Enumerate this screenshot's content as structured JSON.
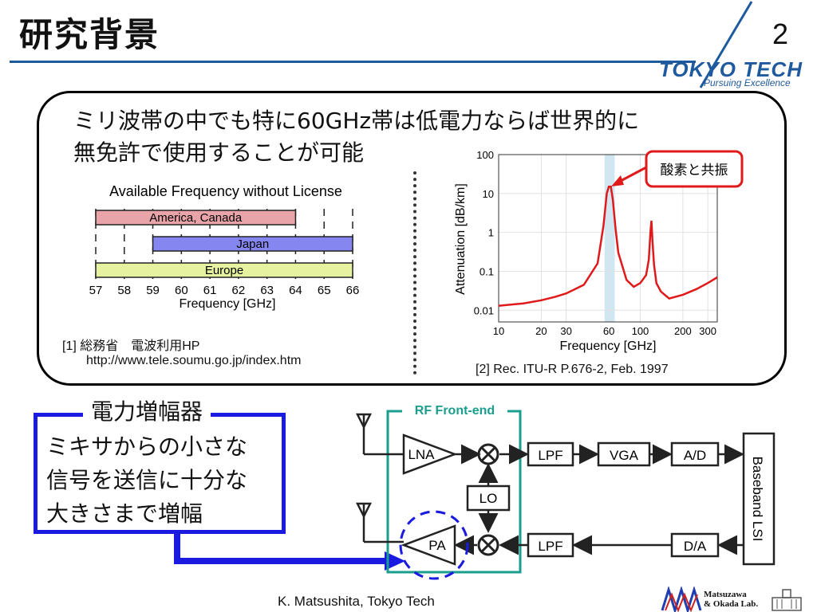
{
  "slide": {
    "title": "研究背景",
    "page_number": "2",
    "logo_text": "TOKYO TECH",
    "logo_sub": "Pursuing Excellence",
    "intro_line1": "ミリ波帯の中でも特に60GHz帯は低電力ならば世界的に",
    "intro_line2": "無免許で使用することが可能",
    "ref1_line1": "[1] 総務省　電波利用HP",
    "ref1_line2": "http://www.tele.soumu.go.jp/index.htm",
    "ref2": "[2] Rec. ITU-R P.676-2, Feb. 1997",
    "footer": "K. Matsushita, Tokyo Tech",
    "lab_line1": "Matsuzawa",
    "lab_line2": "& Okada Lab."
  },
  "amp": {
    "title": "電力増幅器",
    "desc_line1": "ミキサからの小さな",
    "desc_line2": "信号を送信に十分な",
    "desc_line3": "大きさまで増幅"
  },
  "chart_data": [
    {
      "type": "bar",
      "title": "Available Frequency without License",
      "xlabel": "Frequency [GHz]",
      "xlim": [
        57,
        66
      ],
      "xticks": [
        "57",
        "58",
        "59",
        "60",
        "61",
        "62",
        "63",
        "64",
        "65",
        "66"
      ],
      "bars": [
        {
          "name": "America, Canada",
          "start": 57,
          "end": 64,
          "color": "#e8a4a8"
        },
        {
          "name": "Japan",
          "start": 59,
          "end": 66,
          "color": "#8686f0"
        },
        {
          "name": "Europe",
          "start": 57,
          "end": 66,
          "color": "#e6f2a0"
        }
      ]
    },
    {
      "type": "line",
      "xlabel": "Frequency   [GHz]",
      "ylabel": "Attenuation   [dB/km]",
      "xscale": "log",
      "yscale": "log",
      "xlim": [
        10,
        350
      ],
      "ylim": [
        0.005,
        100
      ],
      "xticks": [
        "10",
        "20",
        "30",
        "60",
        "100",
        "200",
        "300"
      ],
      "yticks": [
        "100",
        "10",
        "1",
        "0.1",
        "0.01"
      ],
      "annotation": "酸素と共振",
      "highlight_band": [
        56,
        66
      ],
      "series": [
        {
          "x": [
            10,
            15,
            20,
            25,
            30,
            40,
            50,
            55,
            58,
            60,
            62,
            64,
            67,
            70,
            80,
            90,
            100,
            110,
            115,
            118,
            120,
            122,
            125,
            130,
            140,
            160,
            200,
            250,
            300,
            350
          ],
          "y": [
            0.013,
            0.015,
            0.018,
            0.022,
            0.027,
            0.045,
            0.16,
            1.5,
            10,
            15,
            15,
            7,
            1.2,
            0.3,
            0.06,
            0.04,
            0.05,
            0.08,
            0.2,
            1.0,
            2.0,
            0.6,
            0.15,
            0.05,
            0.03,
            0.02,
            0.025,
            0.035,
            0.05,
            0.07
          ]
        }
      ]
    }
  ],
  "block_diagram": {
    "frontend_label": "RF Front-end",
    "lna": "LNA",
    "pa": "PA",
    "lo": "LO",
    "lpf_rx": "LPF",
    "vga": "VGA",
    "adc": "A/D",
    "lpf_tx": "LPF",
    "dac": "D/A",
    "baseband": "Baseband LSI"
  }
}
